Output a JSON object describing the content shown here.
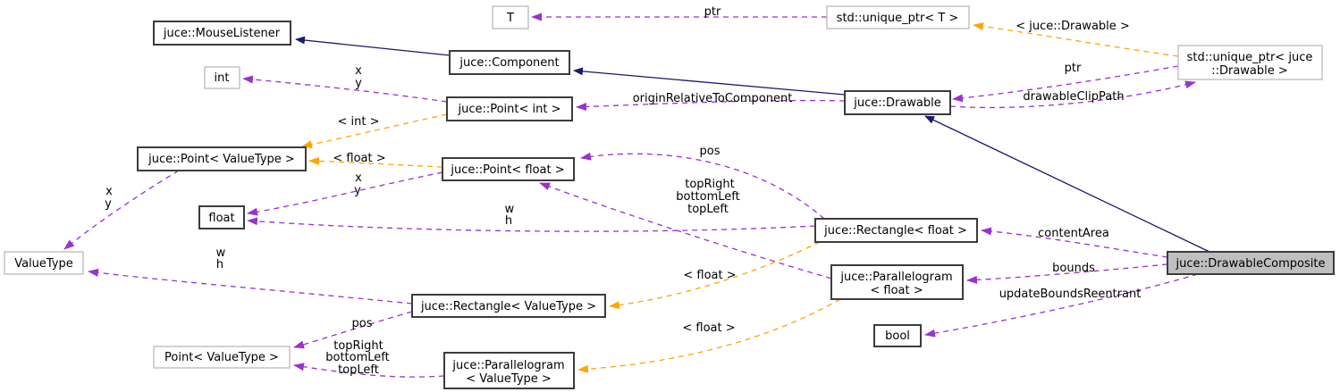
{
  "diagram": {
    "kind": "doxygen-collaboration-graph",
    "focus_node": "juce::DrawableComposite",
    "colors": {
      "inheritance": "#191970",
      "usage": "#9a32cd",
      "template_instantiation": "#ffa500",
      "node_border": "#3c3c3c",
      "external_node_border": "#bfbfbf",
      "focus_fill": "#bfbfbf",
      "background": "#ffffff"
    },
    "nodes": {
      "mouseListener": {
        "label": "juce::MouseListener"
      },
      "t": {
        "label": "T"
      },
      "uniquePtrT": {
        "label": "std::unique_ptr< T >"
      },
      "component": {
        "label": "juce::Component"
      },
      "int": {
        "label": "int"
      },
      "pointInt": {
        "label": "juce::Point< int >"
      },
      "drawable": {
        "label": "juce::Drawable"
      },
      "uniquePtrDrawable": {
        "line1": "std::unique_ptr< juce",
        "line2": "::Drawable >"
      },
      "pointValueType": {
        "label": "juce::Point< ValueType >"
      },
      "pointFloat": {
        "label": "juce::Point< float >"
      },
      "float": {
        "label": "float"
      },
      "valueType": {
        "label": "ValueType"
      },
      "rectFloat": {
        "label": "juce::Rectangle< float >"
      },
      "parallelogramFloat": {
        "line1": "juce::Parallelogram",
        "line2": "< float >"
      },
      "drawableComposite": {
        "label": "juce::DrawableComposite"
      },
      "rectValueType": {
        "label": "juce::Rectangle< ValueType >"
      },
      "parallelogramValueType": {
        "line1": "juce::Parallelogram",
        "line2": "< ValueType >"
      },
      "pointValueTypePlain": {
        "label": "Point< ValueType >"
      },
      "bool": {
        "label": "bool"
      }
    },
    "labels": {
      "ptr": "ptr",
      "x": "x",
      "y": "y",
      "w": "w",
      "h": "h",
      "pos": "pos",
      "topRight": "topRight",
      "bottomLeft": "bottomLeft",
      "topLeft": "topLeft",
      "tInt": "< int >",
      "tFloat": "< float >",
      "tJuceDrawable": "< juce::Drawable >",
      "originRelativeToComponent": "originRelativeToComponent",
      "drawableClipPath": "drawableClipPath",
      "contentArea": "contentArea",
      "bounds": "bounds",
      "updateBoundsReentrant": "updateBoundsReentrant"
    },
    "edges": [
      {
        "from": "juce::Component",
        "to": "juce::MouseListener",
        "type": "inheritance"
      },
      {
        "from": "juce::Drawable",
        "to": "juce::Component",
        "type": "inheritance"
      },
      {
        "from": "juce::DrawableComposite",
        "to": "juce::Drawable",
        "type": "inheritance"
      },
      {
        "from": "std::unique_ptr< T >",
        "to": "T",
        "type": "usage",
        "label": "ptr"
      },
      {
        "from": "juce::Point< int >",
        "to": "int",
        "type": "usage",
        "label": "x, y"
      },
      {
        "from": "juce::Drawable",
        "to": "juce::Point< int >",
        "type": "usage",
        "label": "originRelativeToComponent"
      },
      {
        "from": "std::unique_ptr< juce::Drawable >",
        "to": "juce::Drawable",
        "type": "usage",
        "label": "ptr"
      },
      {
        "from": "juce::Drawable",
        "to": "std::unique_ptr< juce::Drawable >",
        "type": "usage",
        "label": "drawableClipPath"
      },
      {
        "from": "std::unique_ptr< juce::Drawable >",
        "to": "std::unique_ptr< T >",
        "type": "template",
        "label": "< juce::Drawable >"
      },
      {
        "from": "juce::Point< int >",
        "to": "juce::Point< ValueType >",
        "type": "template",
        "label": "< int >"
      },
      {
        "from": "juce::Point< float >",
        "to": "juce::Point< ValueType >",
        "type": "template",
        "label": "< float >"
      },
      {
        "from": "juce::Point< ValueType >",
        "to": "ValueType",
        "type": "usage",
        "label": "x, y"
      },
      {
        "from": "juce::Point< float >",
        "to": "float",
        "type": "usage",
        "label": "x, y"
      },
      {
        "from": "juce::Rectangle< float >",
        "to": "float",
        "type": "usage",
        "label": "w, h"
      },
      {
        "from": "juce::Rectangle< float >",
        "to": "juce::Point< float >",
        "type": "usage",
        "label": "pos"
      },
      {
        "from": "juce::Parallelogram< float >",
        "to": "juce::Point< float >",
        "type": "usage",
        "label": "topRight, bottomLeft, topLeft"
      },
      {
        "from": "juce::Rectangle< ValueType >",
        "to": "ValueType",
        "type": "usage",
        "label": "w, h"
      },
      {
        "from": "juce::Rectangle< ValueType >",
        "to": "Point< ValueType >",
        "type": "usage",
        "label": "pos"
      },
      {
        "from": "juce::Parallelogram< ValueType >",
        "to": "Point< ValueType >",
        "type": "usage",
        "label": "topRight, bottomLeft, topLeft"
      },
      {
        "from": "juce::Rectangle< float >",
        "to": "juce::Rectangle< ValueType >",
        "type": "template",
        "label": "< float >"
      },
      {
        "from": "juce::Parallelogram< float >",
        "to": "juce::Parallelogram< ValueType >",
        "type": "template",
        "label": "< float >"
      },
      {
        "from": "juce::DrawableComposite",
        "to": "juce::Rectangle< float >",
        "type": "usage",
        "label": "contentArea"
      },
      {
        "from": "juce::DrawableComposite",
        "to": "juce::Parallelogram< float >",
        "type": "usage",
        "label": "bounds"
      },
      {
        "from": "juce::DrawableComposite",
        "to": "bool",
        "type": "usage",
        "label": "updateBoundsReentrant"
      }
    ]
  }
}
